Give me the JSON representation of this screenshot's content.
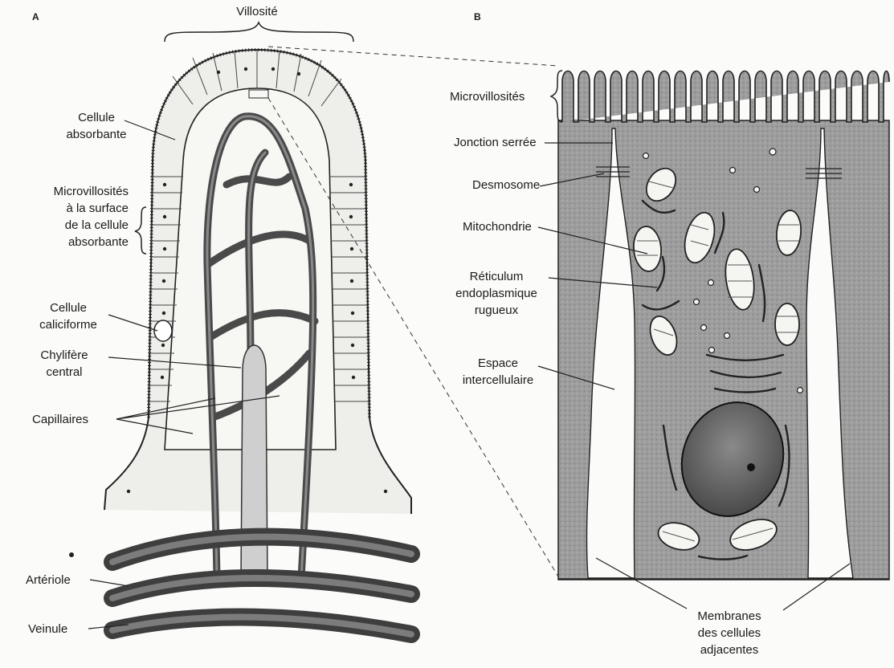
{
  "panels": {
    "a": "A",
    "b": "B"
  },
  "labels": {
    "villosite": "Villosité",
    "cellule_absorbante": "Cellule\nabsorbante",
    "microvillosites_surface": "Microvillosités\nà la surface\nde la cellule\nabsorbante",
    "cellule_caliciforme": "Cellule\ncaliciforme",
    "chylifere_central": "Chylifère\ncentral",
    "capillaires": "Capillaires",
    "arteriole": "Artériole",
    "veinule": "Veinule",
    "microvillosites": "Microvillosités",
    "jonction_serree": "Jonction serrée",
    "desmosome": "Desmosome",
    "mitochondrie": "Mitochondrie",
    "reticulum": "Réticulum\nendoplasmique\nrugueux",
    "espace_intercellulaire": "Espace\nintercellulaire",
    "membranes": "Membranes\ndes cellules\nadjacentes"
  }
}
